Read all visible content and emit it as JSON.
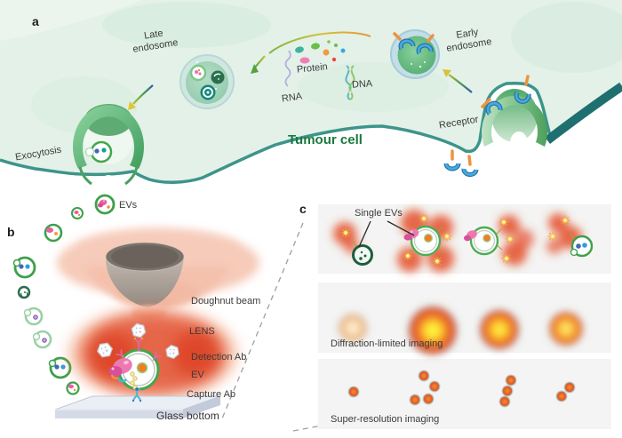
{
  "figure": {
    "panel_a": {
      "letter": "a",
      "late_endosome": "Late\nendosome",
      "early_endosome": "Early\nendosome",
      "exocytosis": "Exocytosis",
      "evs": "EVs",
      "protein": "Protein",
      "rna": "RNA",
      "dna": "DNA",
      "receptor": "Receptor",
      "tumour_cell": "Tumour cell"
    },
    "panel_b": {
      "letter": "b",
      "doughnut_beam": "Doughnut beam",
      "lens": "LENS",
      "detection_ab": "Detection Ab",
      "ev": "EV",
      "capture_ab": "Capture Ab",
      "glass_bottom": "Glass bottom"
    },
    "panel_c": {
      "letter": "c",
      "single_evs": "Single EVs",
      "diffraction_limited": "Diffraction-limited imaging",
      "super_resolution": "Super-resolution imaging"
    },
    "colors": {
      "cell_fill": "#e3f1e8",
      "membrane_teal": "#3d948a",
      "membrane_dark": "#1e6f70",
      "tumour_text_green": "#1a7a3e",
      "ev_ring_green": "#44a64c",
      "glow_red": "#e4502c",
      "signal_orange": "#ec6a28",
      "beam_pink": "#f6cbb9",
      "panel_row_gray": "#f3f4f3"
    }
  }
}
